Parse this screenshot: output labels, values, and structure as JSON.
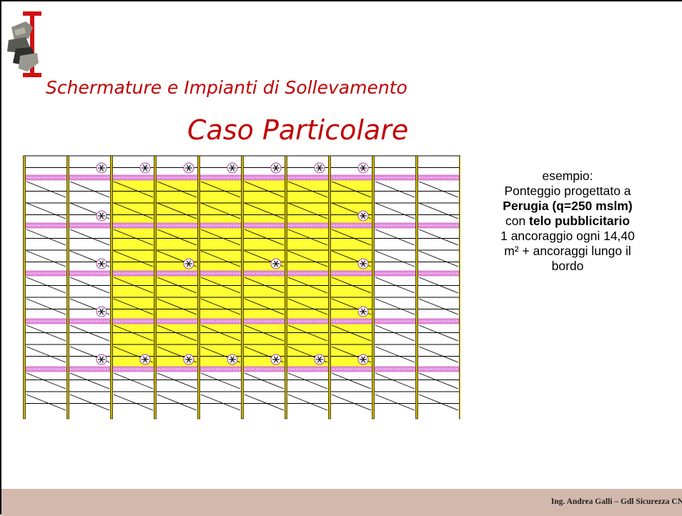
{
  "slide": {
    "subtitle": "Schermature e Impianti di Sollevamento",
    "title": "Caso Particolare",
    "note": {
      "line1": "esempio:",
      "line2": "Ponteggio progettato a",
      "line3_bold": "Perugia (q=250 mslm)",
      "line4_prefix": "con ",
      "line4_bold": "telo pubblicitario",
      "line5": "1 ancoraggio ogni 14,40",
      "line6": "m² + ancoraggi lungo il",
      "line7": "bordo"
    },
    "footer": "Ing. Andrea Galli – Gdl Sicurezza CN"
  },
  "colors": {
    "title": "#c00000",
    "banner": "#ffff33",
    "deck": "#e58fe0",
    "post": "#c8b400",
    "footer_bg": "#d3b8ad"
  },
  "drawing": {
    "bays": 10,
    "levels": 6,
    "banner": {
      "first_bay": 2,
      "last_bay": 7,
      "first_level": 0,
      "last_level": 4
    },
    "anchors": [
      {
        "bay": 2,
        "level": 0
      },
      {
        "bay": 3,
        "level": 0
      },
      {
        "bay": 4,
        "level": 0
      },
      {
        "bay": 5,
        "level": 0
      },
      {
        "bay": 6,
        "level": 0
      },
      {
        "bay": 7,
        "level": 0
      },
      {
        "bay": 8,
        "level": 0
      },
      {
        "bay": 2,
        "level": 1
      },
      {
        "bay": 8,
        "level": 1
      },
      {
        "bay": 2,
        "level": 2
      },
      {
        "bay": 4,
        "level": 2
      },
      {
        "bay": 6,
        "level": 2
      },
      {
        "bay": 8,
        "level": 2
      },
      {
        "bay": 2,
        "level": 3
      },
      {
        "bay": 8,
        "level": 3
      },
      {
        "bay": 2,
        "level": 4
      },
      {
        "bay": 3,
        "level": 4
      },
      {
        "bay": 4,
        "level": 4
      },
      {
        "bay": 5,
        "level": 4
      },
      {
        "bay": 6,
        "level": 4
      },
      {
        "bay": 7,
        "level": 4
      },
      {
        "bay": 8,
        "level": 4
      }
    ]
  }
}
